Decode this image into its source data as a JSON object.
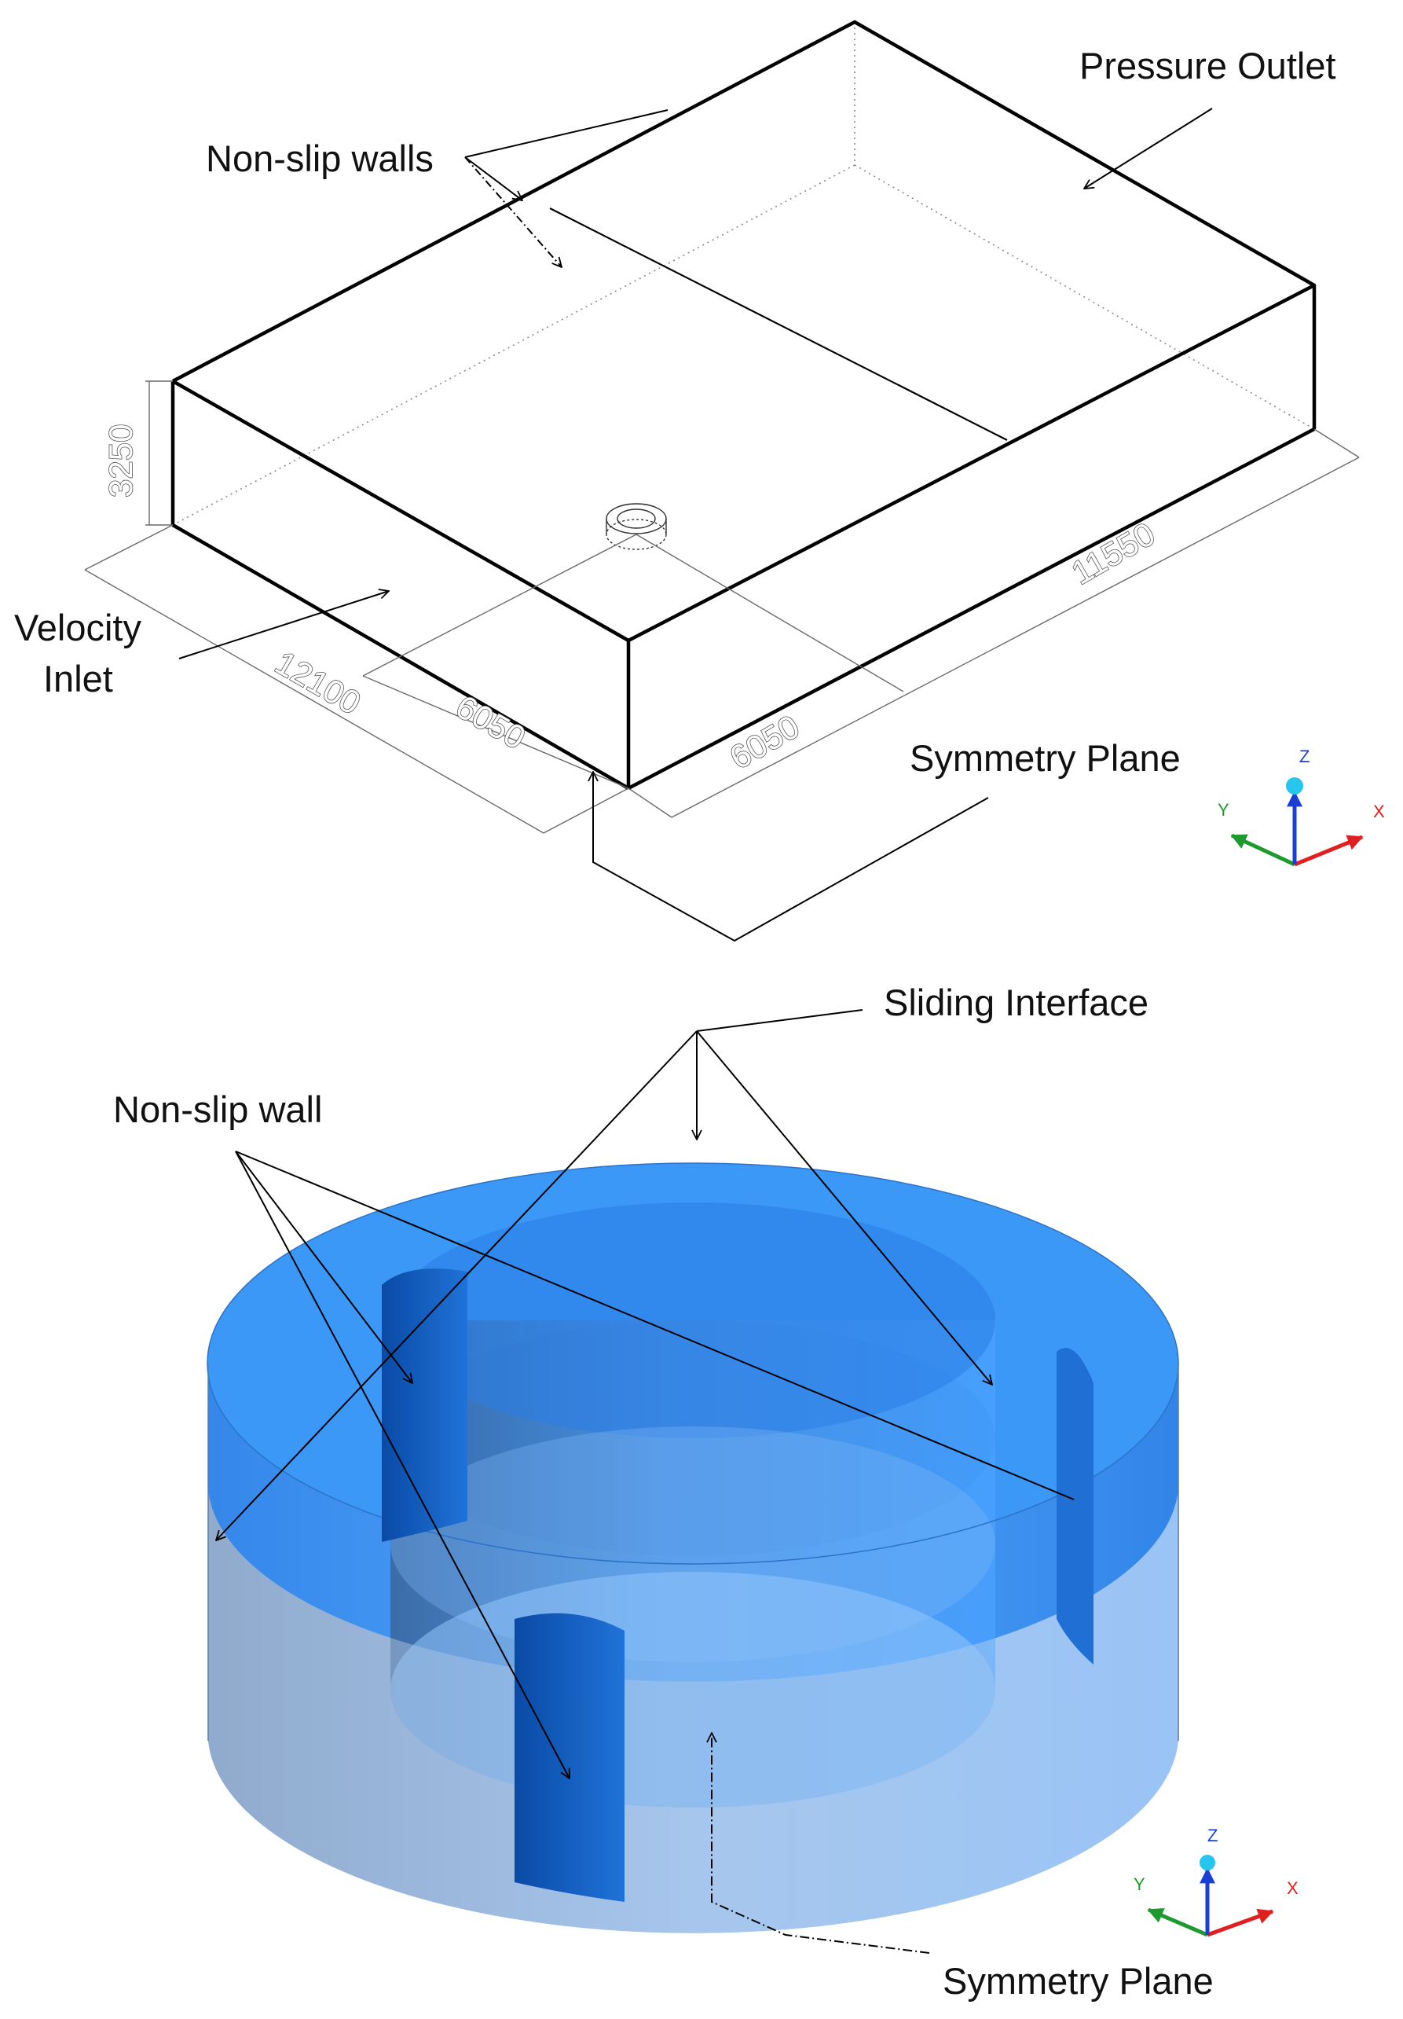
{
  "top_view": {
    "labels": {
      "non_slip_walls": "Non-slip walls",
      "pressure_outlet": "Pressure Outlet",
      "velocity_inlet_line1": "Velocity",
      "velocity_inlet_line2": "Inlet",
      "symmetry_plane": "Symmetry Plane"
    },
    "dimensions": {
      "height": "3250",
      "width_total": "12100",
      "half_width_left": "6050",
      "half_width_right": "6050",
      "length": "11550"
    }
  },
  "bottom_view": {
    "labels": {
      "sliding_interface": "Sliding Interface",
      "non_slip_wall": "Non-slip wall",
      "symmetry_plane": "Symmetry Plane"
    }
  },
  "axes": {
    "x": "X",
    "y": "Y",
    "z": "Z"
  },
  "colors": {
    "x_axis": "#e02020",
    "y_axis": "#1d9a2e",
    "z_axis": "#1a3fd6",
    "domain_blue": "#2f8ff0",
    "blade_blue": "#0e5cc4"
  }
}
